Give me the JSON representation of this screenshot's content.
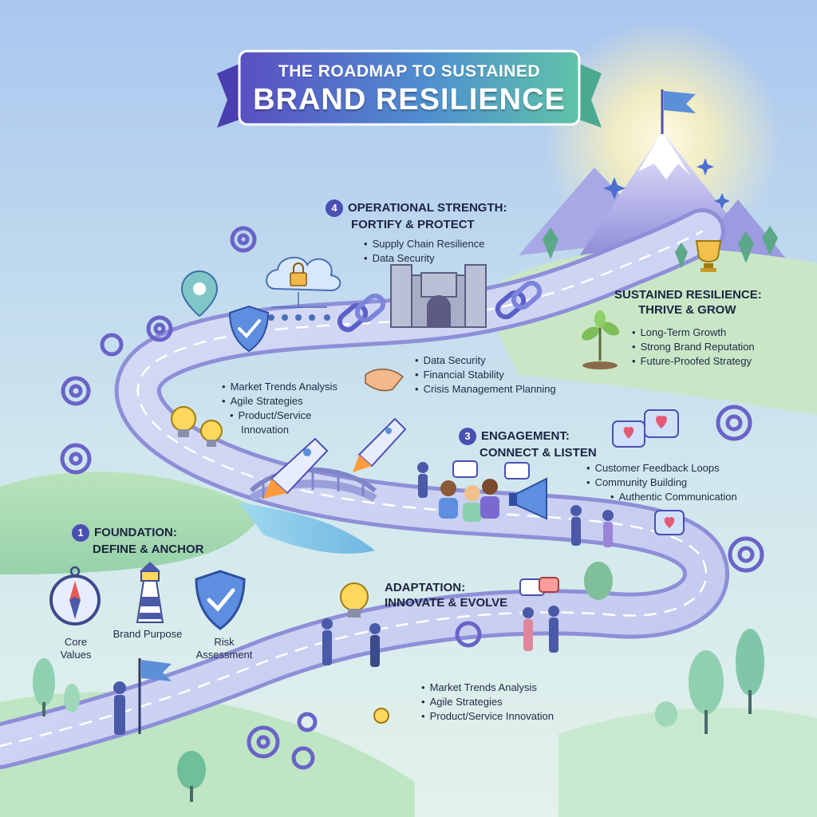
{
  "title": {
    "line1": "THE ROADMAP TO SUSTAINED",
    "line2": "BRAND RESILIENCE"
  },
  "steps": {
    "foundation": {
      "number": "1",
      "heading1": "FOUNDATION:",
      "heading2": "DEFINE & ANCHOR",
      "items": [
        "Core Values",
        "Brand Purpose",
        "Risk Assessment"
      ]
    },
    "adaptation": {
      "heading1": "ADAPTATION:",
      "heading2": "INNOVATE & EVOLVE",
      "items": [
        "Market Trends Analysis",
        "Agile Strategies",
        "Product/Service Innovation"
      ]
    },
    "engagement": {
      "number": "3",
      "heading1": "ENGAGEMENT:",
      "heading2": "CONNECT & LISTEN",
      "items": [
        "Customer Feedback Loops",
        "Community Building",
        "Authentic Communication"
      ]
    },
    "operational": {
      "number": "4",
      "heading1": "OPERATIONAL STRENGTH:",
      "heading2": "FORTIFY & PROTECT",
      "items": [
        "Supply Chain Resilience",
        "Data Security"
      ],
      "items_secondary": [
        "Data Security",
        "Financial Stability",
        "Crisis Management Planning"
      ]
    },
    "sustained": {
      "heading1": "SUSTAINED RESILIENCE:",
      "heading2": "THRIVE & GROW",
      "items": [
        "Long-Term Growth",
        "Strong Brand Reputation",
        "Future-Proofed Strategy"
      ]
    }
  },
  "middle_left_list": [
    "Market Trends Analysis",
    "Agile Strategies",
    "Product/Service",
    "Innovation"
  ],
  "captions": {
    "core_values_1": "Core",
    "core_values_2": "Values",
    "brand_purpose": "Brand Purpose",
    "risk_1": "Risk",
    "risk_2": "Assessment"
  },
  "icons": [
    "compass-icon",
    "lighthouse-icon",
    "shield-check-icon",
    "flag-icon",
    "lightbulb-icon",
    "gear-icon",
    "rocket-icon",
    "bridge-icon",
    "castle-icon",
    "cloud-lock-icon",
    "chain-link-icon",
    "handshake-icon",
    "megaphone-icon",
    "chat-bubble-icon",
    "heart-bubble-icon",
    "trophy-icon",
    "sapling-icon",
    "mountain-icon",
    "summit-flag-icon"
  ],
  "colors": {
    "sky_top": "#a9c6ef",
    "sky_bottom": "#dff3ea",
    "road": "#c9d3f0",
    "road_edge": "#8e8fd8",
    "banner_left": "#5a4fc2",
    "banner_right": "#5fc3a8",
    "accent_purple": "#6a63c8",
    "hill_green": "#9fd8a6"
  }
}
